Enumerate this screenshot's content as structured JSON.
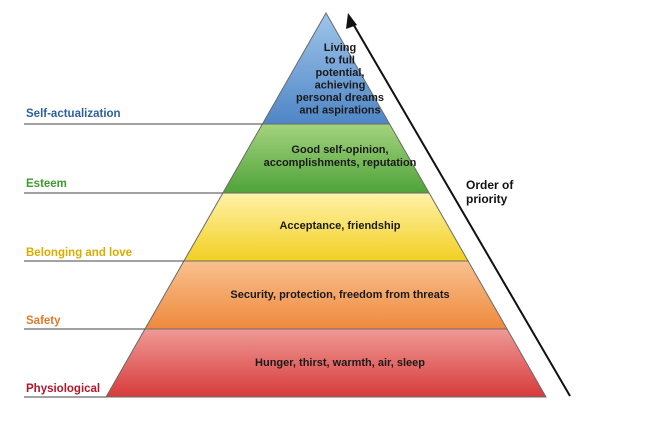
{
  "levels": [
    {
      "name": "Self-actualization",
      "description": [
        "Living",
        "to full",
        "potential,",
        "achieving",
        "personal dreams",
        "and aspirations"
      ],
      "label_color": "#2e5fa3",
      "fill_top": "#9fc5ea",
      "fill_bottom": "#4f86c6"
    },
    {
      "name": "Esteem",
      "description": [
        "Good self-opinion,",
        "accomplishments, reputation"
      ],
      "label_color": "#3f9a2d",
      "fill_top": "#a4d37f",
      "fill_bottom": "#4fa33a"
    },
    {
      "name": "Belonging and love",
      "description": [
        "Acceptance, friendship"
      ],
      "label_color": "#d8ad00",
      "fill_top": "#fff2a8",
      "fill_bottom": "#f2cf22"
    },
    {
      "name": "Safety",
      "description": [
        "Security, protection, freedom from threats"
      ],
      "label_color": "#e07a2b",
      "fill_top": "#f9c08f",
      "fill_bottom": "#ee8a3d"
    },
    {
      "name": "Physiological",
      "description": [
        "Hunger, thirst, warmth, air, sleep"
      ],
      "label_color": "#b5162c",
      "fill_top": "#ef9a96",
      "fill_bottom": "#d63b3b"
    }
  ],
  "priority_label": [
    "Order of",
    "priority"
  ]
}
